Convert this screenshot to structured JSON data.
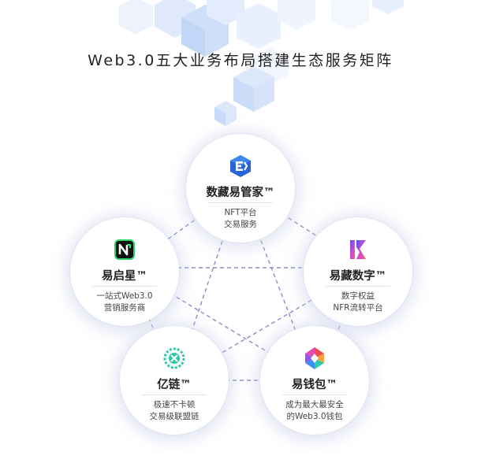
{
  "title": "Web3.0五大业务布局搭建生态服务矩阵",
  "nodes": [
    {
      "id": "top",
      "name": "数藏易管家™",
      "desc": [
        "NFT平台",
        "交易服务"
      ],
      "icon": "yi-guanjia-logo-icon"
    },
    {
      "id": "left",
      "name": "易启星™",
      "desc": [
        "一站式Web3.0",
        "营销服务商"
      ],
      "icon": "yiqixing-logo-icon"
    },
    {
      "id": "right",
      "name": "易藏数字™",
      "desc": [
        "数字权益",
        "NFR流转平台"
      ],
      "icon": "yicang-logo-icon"
    },
    {
      "id": "bottom-left",
      "name": "亿链™",
      "desc": [
        "极速不卡顿",
        "交易级联盟链"
      ],
      "icon": "yilian-logo-icon"
    },
    {
      "id": "bottom-right",
      "name": "易钱包™",
      "desc": [
        "成为最大最安全",
        "的Web3.0钱包"
      ],
      "icon": "yiqianbao-logo-icon"
    }
  ],
  "colors": {
    "dash_line": "#8a8cc8",
    "cube_light": "#e6eefc",
    "cube_mid": "#d2e0fa",
    "cube_dark": "#bfd2f6"
  }
}
